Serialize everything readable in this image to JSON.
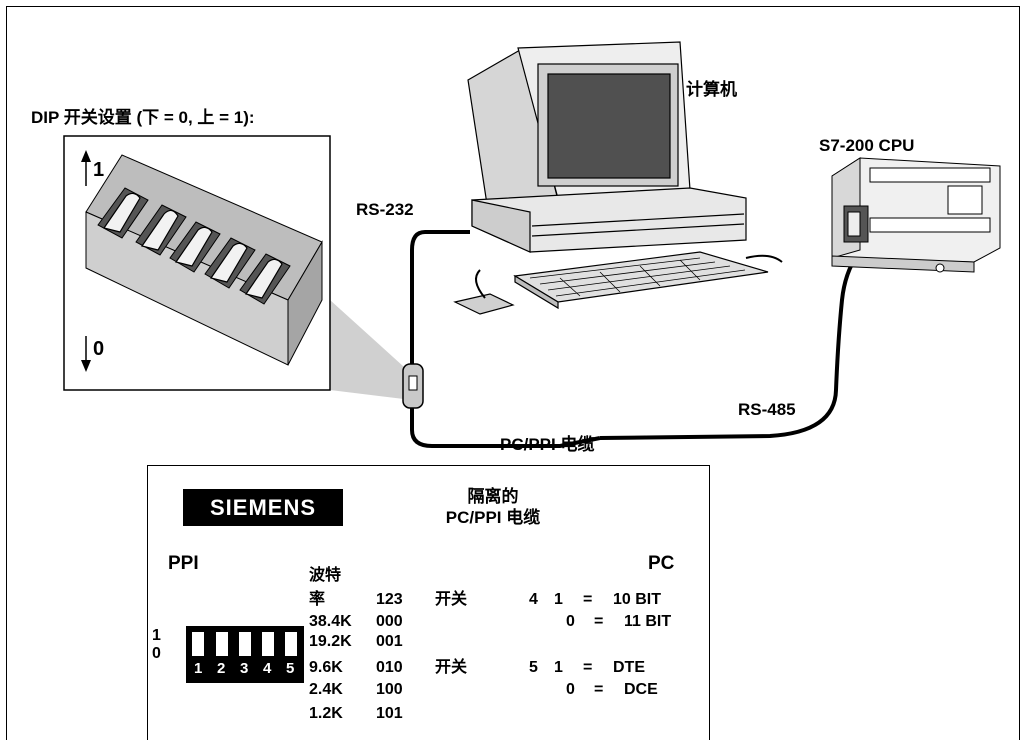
{
  "diagram": {
    "dip_heading": "DIP 开关设置 (下 = 0, 上 = 1):",
    "dip_up_label": "1",
    "dip_down_label": "0",
    "computer_label": "计算机",
    "cpu_label": "S7-200 CPU",
    "rs232_label": "RS-232",
    "rs485_label": "RS-485",
    "cable_label": "PC/PPI 电缆"
  },
  "panel": {
    "logo": "SIEMENS",
    "title_line1": "隔离的",
    "title_line2": "PC/PPI 电缆",
    "ppi_label": "PPI",
    "pc_label": "PC",
    "dip_up": "1",
    "dip_down": "0",
    "dip_numbers": [
      "1",
      "2",
      "3",
      "4",
      "5"
    ],
    "baud_header_line1": "波特",
    "baud_header_line2": "率",
    "code_header": "123",
    "switch_label": "开关",
    "baud_rows": [
      {
        "rate": "38.4K",
        "code": "000"
      },
      {
        "rate": "19.2K",
        "code": "001"
      },
      {
        "rate": "9.6K",
        "code": "010"
      },
      {
        "rate": "2.4K",
        "code": "100"
      },
      {
        "rate": "1.2K",
        "code": "101"
      }
    ],
    "switch4": {
      "number": "4",
      "rows": [
        {
          "v": "1",
          "eq": "=",
          "desc": "10 BIT"
        },
        {
          "v": "0",
          "eq": "=",
          "desc": "11 BIT"
        }
      ]
    },
    "switch5": {
      "number": "5",
      "rows": [
        {
          "v": "1",
          "eq": "=",
          "desc": "DTE"
        },
        {
          "v": "0",
          "eq": "=",
          "desc": "DCE"
        }
      ]
    }
  }
}
